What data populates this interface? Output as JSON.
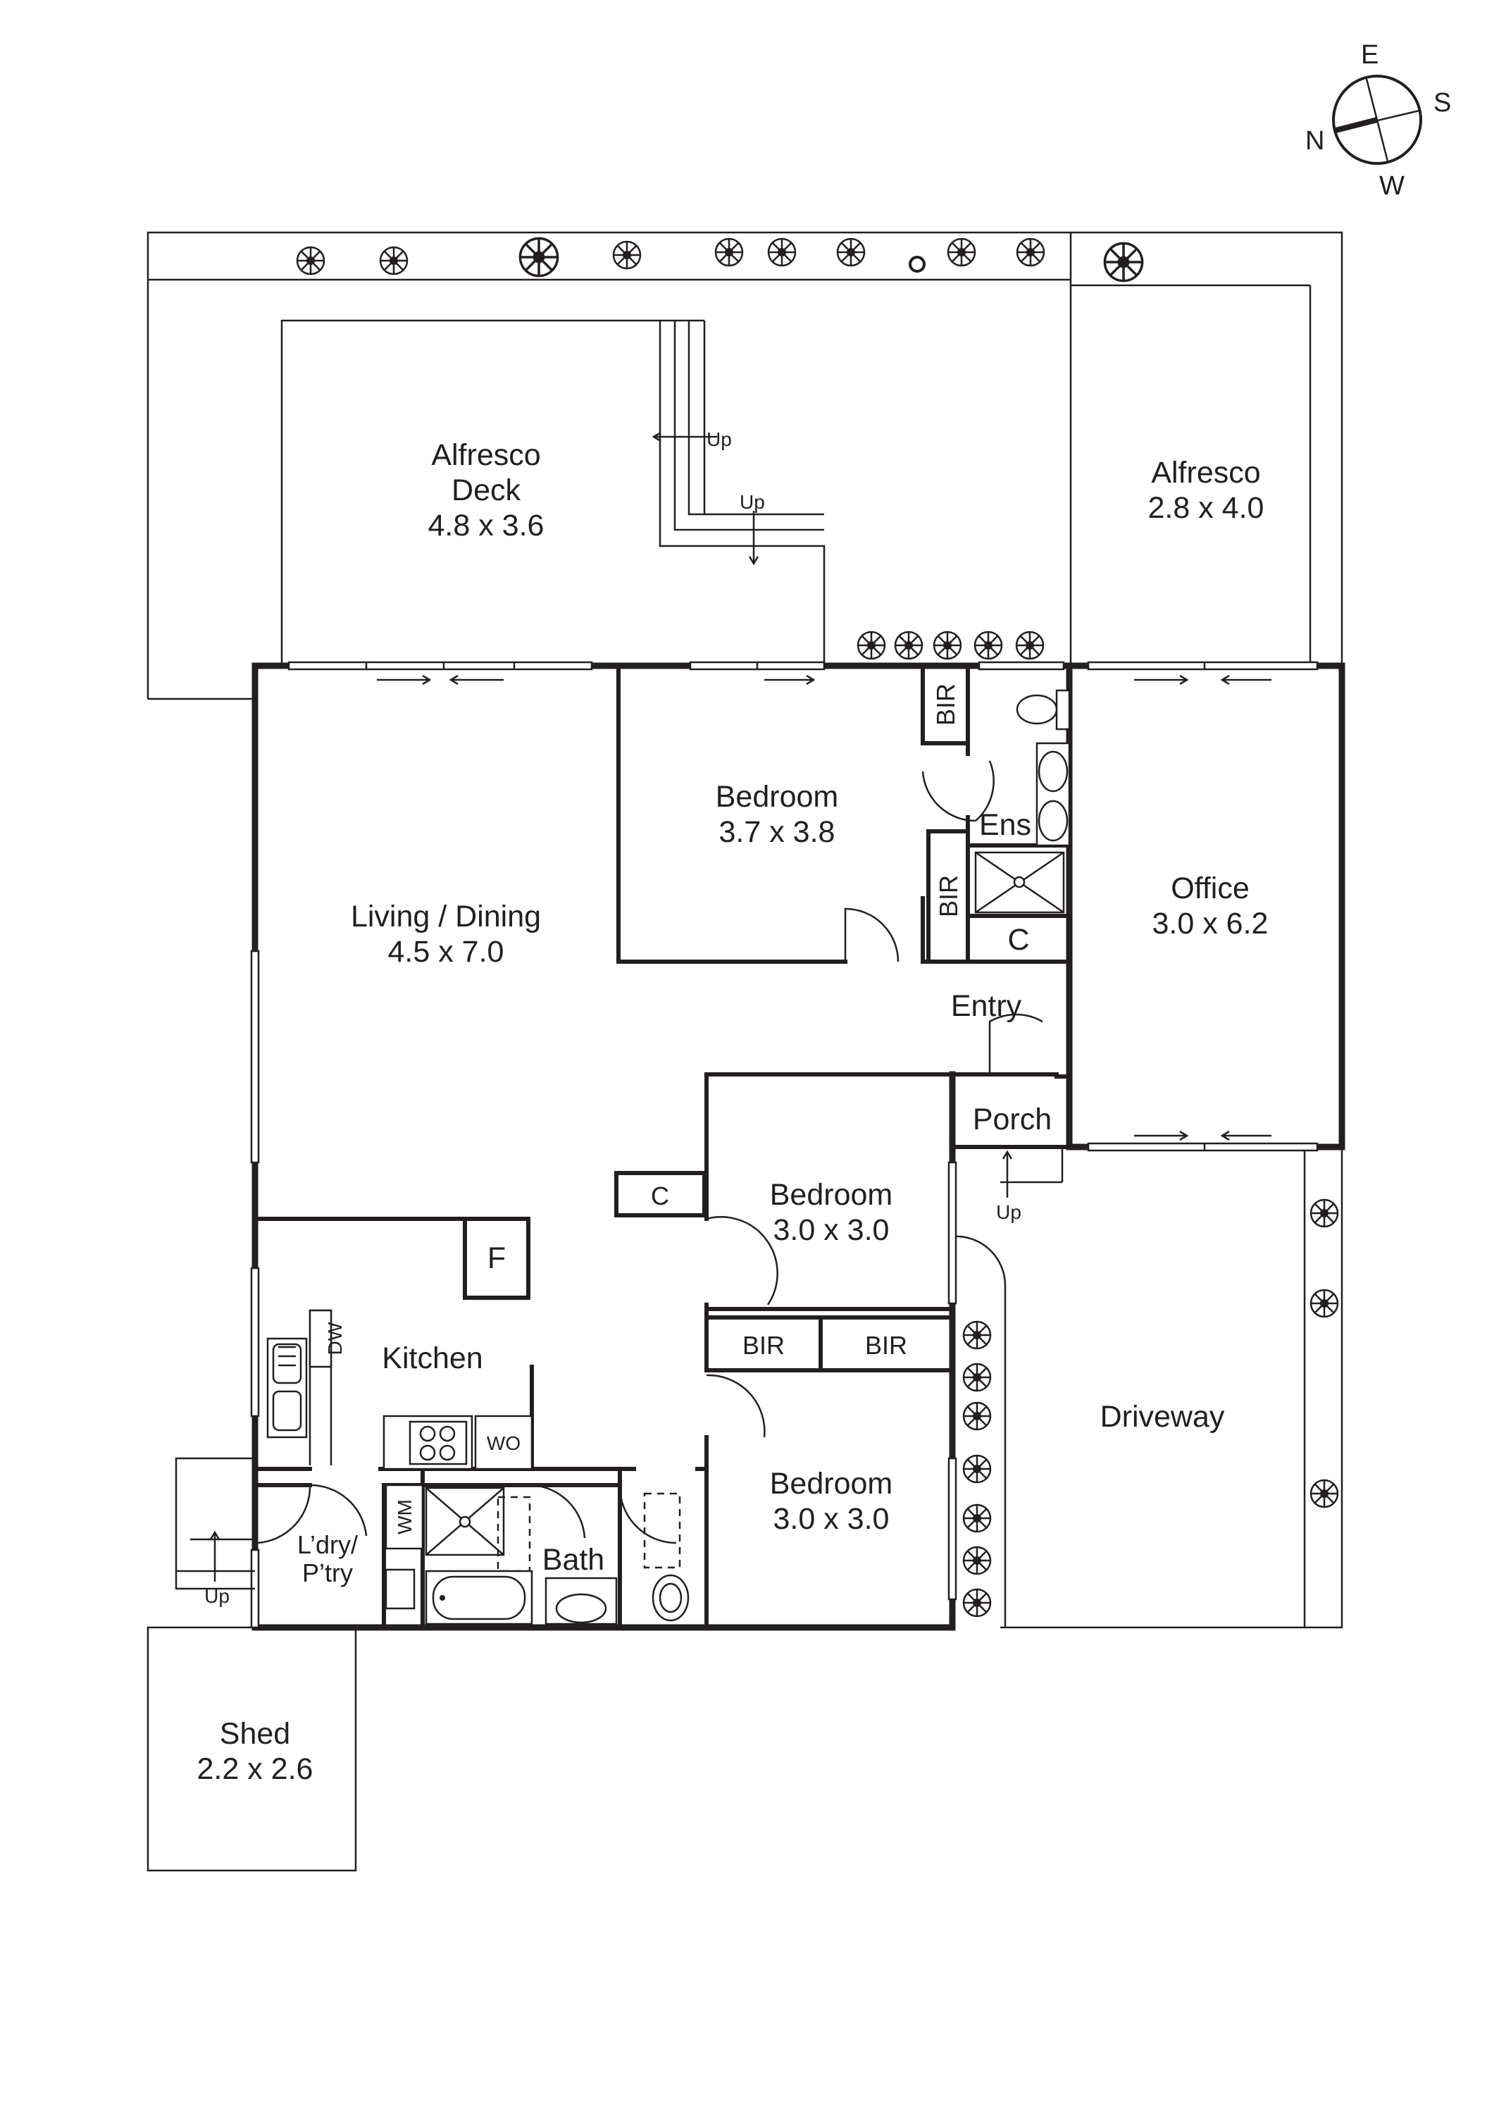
{
  "compass": {
    "n": "N",
    "e": "E",
    "s": "S",
    "w": "W"
  },
  "rooms": {
    "alfresco_deck": {
      "name_line1": "Alfresco",
      "name_line2": "Deck",
      "size": "4.8 x 3.6"
    },
    "alfresco": {
      "name": "Alfresco",
      "size": "2.8 x 4.0"
    },
    "living_dining": {
      "name": "Living / Dining",
      "size": "4.5 x 7.0"
    },
    "bedroom_1": {
      "name": "Bedroom",
      "size": "3.7 x 3.8"
    },
    "office": {
      "name": "Office",
      "size": "3.0 x 6.2"
    },
    "ensuite": {
      "name": "Ens"
    },
    "entry": {
      "name": "Entry"
    },
    "porch": {
      "name": "Porch"
    },
    "bedroom_2": {
      "name": "Bedroom",
      "size": "3.0 x 3.0"
    },
    "bedroom_3": {
      "name": "Bedroom",
      "size": "3.0 x 3.0"
    },
    "kitchen": {
      "name": "Kitchen"
    },
    "bath": {
      "name": "Bath"
    },
    "laundry": {
      "name_line1": "L’dry/",
      "name_line2": "P’try"
    },
    "driveway": {
      "name": "Driveway"
    },
    "shed": {
      "name": "Shed",
      "size": "2.2 x 2.6"
    }
  },
  "labels": {
    "bir": "BIR",
    "cupboard": "C",
    "fridge": "F",
    "dishwasher": "DW",
    "washing_machine": "WM",
    "wall_oven": "WO",
    "up": "Up"
  },
  "style": {
    "line_color": "#231f20",
    "background": "#ffffff"
  }
}
